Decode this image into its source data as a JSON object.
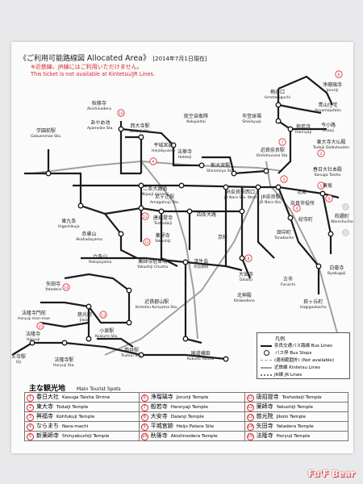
{
  "header": {
    "title_jp": "《ご利用可能路線図",
    "title_en": "Allocated Area》",
    "date": "[2014年7月1日現在]",
    "warning_jp": "※近鉄線、JR線にはご利用いただけません。",
    "warning_en": "This ticket is not available at Kintetsu/JR Lines."
  },
  "stations": [
    {
      "id": "umetanigu",
      "jp": "梅谷口",
      "en": "Umetaniguchi"
    },
    {
      "id": "joruri",
      "jp": "浄瑠璃寺",
      "en": "Joruriji"
    },
    {
      "id": "aoyama",
      "jp": "青山住宅",
      "en": "Aoyamajutaku"
    },
    {
      "id": "shieikyujo",
      "jp": "市営球場",
      "en": "Shieikyujo"
    },
    {
      "id": "hannyaji",
      "jp": "般若寺",
      "en": "Hannyaji"
    },
    {
      "id": "imaoji",
      "jp": "今小路",
      "en": "Imaoji"
    },
    {
      "id": "akishino",
      "jp": "秋篠寺",
      "en": "Akishinodera"
    },
    {
      "id": "sadaiji",
      "jp": "西大寺駅",
      "en": "Saidaiji Sta."
    },
    {
      "id": "kokuiseki",
      "jp": "航空自衛隊",
      "en": "Kokujieitai"
    },
    {
      "id": "ayameike",
      "jp": "あやめ池",
      "en": "Ayameike Sta."
    },
    {
      "id": "heijokyuseki",
      "jp": "平城宮跡",
      "en": "Heijokyuseki"
    },
    {
      "id": "hokkeji",
      "jp": "法華寺",
      "en": "Hokkeji"
    },
    {
      "id": "gakuenmae",
      "jp": "学園前駅",
      "en": "Gakuenmae Sta."
    },
    {
      "id": "shinomiya",
      "jp": "新大宮駅",
      "en": "Shinomiya Sta."
    },
    {
      "id": "kintetsunara",
      "jp": "近鉄奈良駅",
      "en": "Kintetsunara Sta."
    },
    {
      "id": "todaiji",
      "jp": "東大寺大仏殿",
      "en": "Todaiji Daibutsuden"
    },
    {
      "id": "kasuga",
      "jp": "春日大社本殿",
      "en": "Kasuga Taisha"
    },
    {
      "id": "nijo",
      "jp": "二条大路南",
      "en": "Nijooji minami"
    },
    {
      "id": "amagatsuji",
      "jp": "尼ヶ辻駅",
      "en": "Amagatsuji Sta."
    },
    {
      "id": "jrnaranishi",
      "jp": "JR奈良駅西口",
      "en": "JR Nara Sta. West"
    },
    {
      "id": "jrnara",
      "jp": "JR奈良駅",
      "en": "JR Nara Sta."
    },
    {
      "id": "shiyakusho",
      "jp": "奈良市役所",
      "en": ""
    },
    {
      "id": "kitasaka",
      "jp": "北坂",
      "en": ""
    },
    {
      "id": "higashisaka",
      "jp": "東坂",
      "en": ""
    },
    {
      "id": "higashikujo",
      "jp": "東九条",
      "en": "Higashikujo"
    },
    {
      "id": "akahadayama",
      "jp": "赤膚山",
      "en": "Akahadayama"
    },
    {
      "id": "toshodaiji",
      "jp": "唐招提寺",
      "en": "Toshodaiji"
    },
    {
      "id": "yakushiji",
      "jp": "薬師寺",
      "en": "Yakushiji"
    },
    {
      "id": "shijo",
      "jp": "四条大路",
      "en": ""
    },
    {
      "id": "kyobatake",
      "jp": "京終",
      "en": ""
    },
    {
      "id": "daianji",
      "jp": "大安寺",
      "en": "Daianji"
    },
    {
      "id": "tanakacho",
      "jp": "田中町",
      "en": "Tanakacho"
    },
    {
      "id": "kotomo",
      "jp": "古市",
      "en": "Furuichi"
    },
    {
      "id": "kitakodono",
      "jp": "北神殿",
      "en": "Kitakodono"
    },
    {
      "id": "rokujoyama",
      "jp": "六条山",
      "en": "Rokujoyama"
    },
    {
      "id": "yakushiji_chusha",
      "jp": "薬師寺駐車場",
      "en": "Yakushiji Chusha"
    },
    {
      "id": "saiseikai",
      "jp": "済生会",
      "en": "奈良病院"
    },
    {
      "id": "kinkosha",
      "jp": "紀寺町",
      "en": ""
    },
    {
      "id": "wanibucho",
      "jp": "和邇町",
      "en": "Wanishucho"
    },
    {
      "id": "byakugoji",
      "jp": "白毫寺",
      "en": "Byakugoji"
    },
    {
      "id": "hagigaoka",
      "jp": "萩ヶ丘町",
      "en": "Hagigaokacho"
    },
    {
      "id": "koriyama",
      "jp": "近鉄郡山駅",
      "en": "Kintetsu Koriyama Sta."
    },
    {
      "id": "yatadera",
      "jp": "矢田寺",
      "en": "Yatadera"
    },
    {
      "id": "jikoin",
      "jp": "慈光院",
      "en": "Jikoin"
    },
    {
      "id": "koizumi",
      "jp": "小泉駅",
      "en": "Koizumi Sta."
    },
    {
      "id": "horyuji_mae",
      "jp": "法隆寺門前",
      "en": "Horyuji mon-mae"
    },
    {
      "id": "horyuji",
      "jp": "法隆寺",
      "en": "Horyuji"
    },
    {
      "id": "horyuji_sta",
      "jp": "法隆寺駅",
      "en": "Horyuji Sta."
    },
    {
      "id": "tsutsui",
      "jp": "筒井駅",
      "en": "Tsutsui Sta."
    },
    {
      "id": "kokudo",
      "jp": "国道横田",
      "en": "Kokudo Yokota"
    },
    {
      "id": "oji",
      "jp": "王寺駅",
      "en": "Oji"
    }
  ],
  "legend": {
    "title": "凡例",
    "bus": "奈良交通バス路線",
    "bus_en": "Bus Lines",
    "stop": "バス停",
    "stop_en": "Bus Stops",
    "na": "(適用範囲外)",
    "na_en": "(Not available)",
    "kintetsu": "近鉄線",
    "kintetsu_en": "Kintetsu Lines",
    "jr": "JR線",
    "jr_en": "JR Lines"
  },
  "spots_title": "主な観光地",
  "spots_title_en": "Main Tourist Spots",
  "spots": [
    [
      {
        "n": "1",
        "jp": "春日大社",
        "en": "Kasuga Taisha Shrine"
      },
      {
        "n": "6",
        "jp": "浄瑠璃寺",
        "en": "Joruriji Temple"
      },
      {
        "n": "11",
        "jp": "唐招提寺",
        "en": "Toshodaiji Temple"
      }
    ],
    [
      {
        "n": "2",
        "jp": "東大寺",
        "en": "Todaiji Temple"
      },
      {
        "n": "7",
        "jp": "般若寺",
        "en": "Hannyaji Temple"
      },
      {
        "n": "12",
        "jp": "薬師寺",
        "en": "Yakushiji Temple"
      }
    ],
    [
      {
        "n": "3",
        "jp": "興福寺",
        "en": "Kohfukuji Temple"
      },
      {
        "n": "8",
        "jp": "大安寺",
        "en": "Daianji Temple"
      },
      {
        "n": "13",
        "jp": "慈光院",
        "en": "Jikoin Temple"
      }
    ],
    [
      {
        "n": "4",
        "jp": "ならまち",
        "en": "Nara-machi"
      },
      {
        "n": "9",
        "jp": "平城宮跡",
        "en": "Heijo Palace Site"
      },
      {
        "n": "14",
        "jp": "矢田寺",
        "en": "Yatadera Temple"
      }
    ],
    [
      {
        "n": "5",
        "jp": "新薬師寺",
        "en": "Shinyakushiji Temple"
      },
      {
        "n": "10",
        "jp": "秋篠寺",
        "en": "Akishinodera Temple"
      },
      {
        "n": "15",
        "jp": "法隆寺",
        "en": "Horyuji Temple"
      }
    ]
  ],
  "map_markers": [
    "1",
    "2",
    "3",
    "4",
    "5",
    "6",
    "7",
    "8",
    "9",
    "10",
    "11",
    "12",
    "13",
    "14",
    "15"
  ],
  "watermark": "Fu'F Bear",
  "colors": {
    "bus": "#1a1a1a",
    "rail": "#9a9a9a",
    "marker": "#d8232a",
    "warning": "#d8232a"
  }
}
